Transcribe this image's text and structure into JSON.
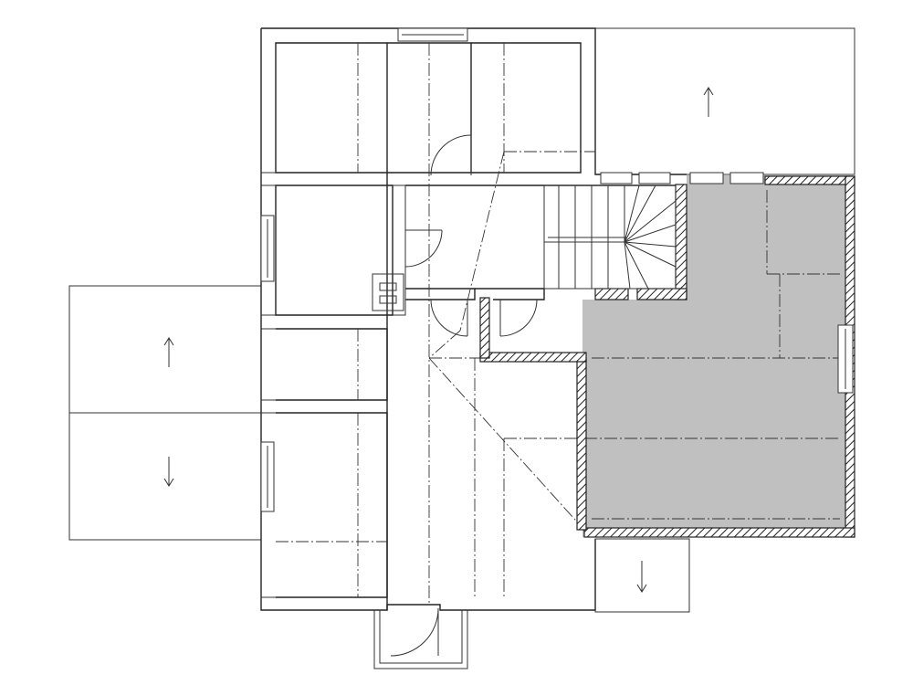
{
  "plan": {
    "colors": {
      "line": "#222222",
      "shaded_area": "#c0c0c0",
      "background": "#ffffff"
    },
    "slope_arrows": [
      {
        "id": "arrow-up-northeast-roof",
        "direction": "up"
      },
      {
        "id": "arrow-up-west-roof",
        "direction": "up"
      },
      {
        "id": "arrow-down-west-roof",
        "direction": "down"
      },
      {
        "id": "arrow-down-southeast-roof",
        "direction": "down"
      }
    ]
  }
}
